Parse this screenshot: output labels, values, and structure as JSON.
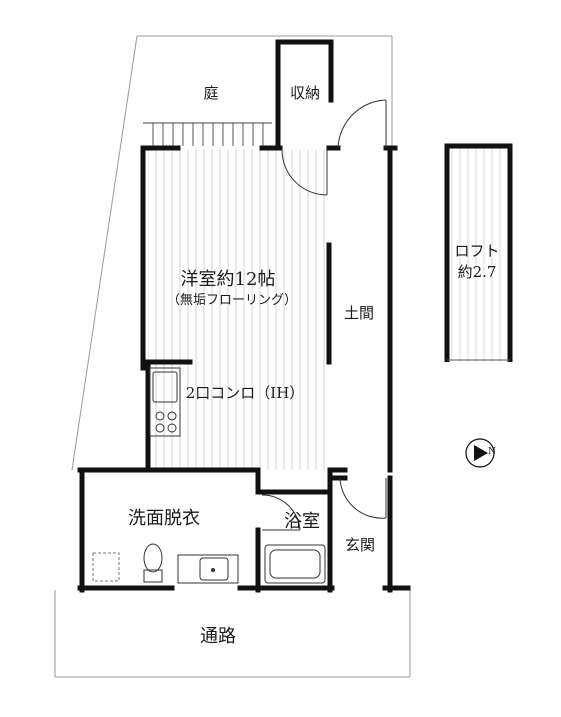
{
  "labels": {
    "garden": "庭",
    "storage": "収納",
    "western_room_title": "洋室約12帖",
    "western_room_floor": "（無垢フローリング）",
    "doma": "土間",
    "stove": "2口コンロ（IH）",
    "loft_line1": "ロフト",
    "loft_line2": "約2.7",
    "washroom": "洗面脱衣",
    "bathroom": "浴室",
    "entrance": "玄関",
    "passage": "通路",
    "north_mark": "N"
  }
}
